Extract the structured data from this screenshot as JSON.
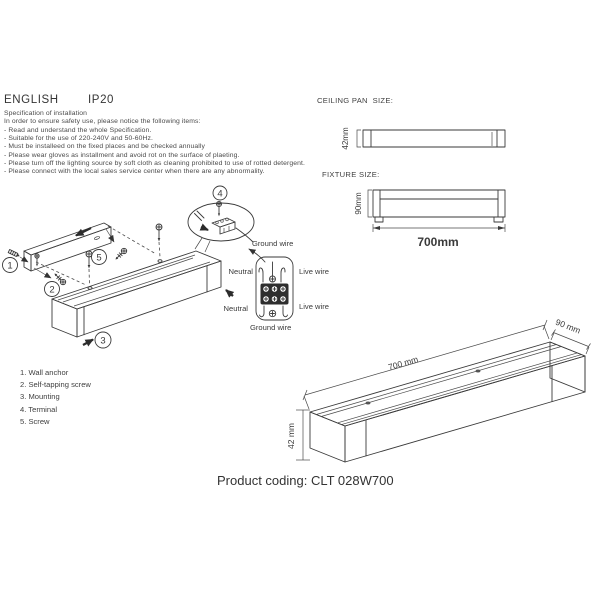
{
  "header": {
    "language": "ENGLISH",
    "protection_class": "IP20"
  },
  "specification": {
    "title": "Specification of installation",
    "intro": "In order to ensure safety use, please notice the following items:",
    "items": [
      "- Read and understand the whole Specification.",
      "- Suitable for the use of 220-240V and 50-60Hz.",
      "- Must be installeed on the fixed places and be checked annually",
      "- Please wear gloves as installment and avoid rot on the surface of plaeting.",
      "- Please turn off the lighting source by soft cloth as cleaning prohibited to use of rotted detergent.",
      "- Please connect with the local sales service center when there are any abnormality."
    ]
  },
  "ceiling_pan": {
    "label": "CEILING PAN  SIZE:",
    "height_label": "42mm"
  },
  "fixture_size": {
    "label": "FIXTURE SIZE:",
    "height_label": "90mm",
    "width_label": "700mm"
  },
  "installation_diagram": {
    "callouts": [
      "1",
      "2",
      "3",
      "4",
      "5"
    ]
  },
  "wiring": {
    "ground_wire_top": "Ground wire",
    "neutral_top": "Neutral",
    "live_wire_top": "Live wire",
    "neutral_bottom": "Neutral",
    "live_wire_bottom": "Live wire",
    "ground_wire_bottom": "Ground wire"
  },
  "parts_list": {
    "items": [
      "1. Wall anchor",
      "2. Self-tapping screw",
      "3. Mounting",
      "4. Terminal",
      "5. Screw"
    ]
  },
  "fixture_3d": {
    "length_label": "700 mm",
    "width_label": "90 mm",
    "height_label": "42 mm"
  },
  "footer": {
    "product_coding": "Product coding: CLT 028W700"
  }
}
